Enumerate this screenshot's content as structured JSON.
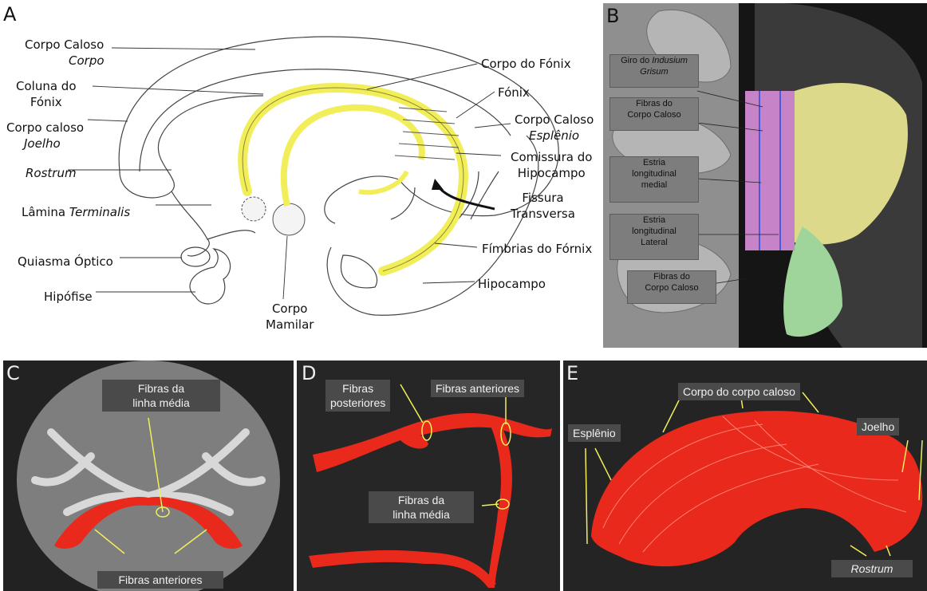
{
  "panels": {
    "a": {
      "letter": "A",
      "labels": {
        "corpo_caloso_1": "Corpo Caloso",
        "corpo_caloso_1_it": "Corpo",
        "coluna_1": "Coluna do",
        "coluna_2": "Fónix",
        "corpo_caloso_2": "Corpo caloso",
        "corpo_caloso_2_it": "Joelho",
        "rostrum": "Rostrum",
        "lamina_1": "Lâmina ",
        "lamina_1_it": "Terminalis",
        "quiasma": "Quiasma Óptico",
        "hipofise": "Hipófise",
        "corpo_mamilar_1": "Corpo",
        "corpo_mamilar_2": "Mamilar",
        "corpo_fornix": "Corpo do Fónix",
        "fornix": "Fónix",
        "esplenio_1": "Corpo Caloso",
        "esplenio_1_it": "Esplênio",
        "comissura_1": "Comissura do",
        "comissura_2": "Hipocampo",
        "fissura_1": "Fissura",
        "fissura_2": "Transversa",
        "fimbrias": "Fímbrias do Fórnix",
        "hipocampo": "Hipocampo"
      }
    },
    "b": {
      "letter": "B",
      "boxes": {
        "indusium_1": "Giro do ",
        "indusium_1_it": "Indusium",
        "indusium_2_it": "Grisum",
        "fibras_1_a": "Fibras do",
        "fibras_1_b": "Corpo Caloso",
        "estria_med_a": "Estria",
        "estria_med_b": "longitudinal",
        "estria_med_c": "medial",
        "estria_lat_a": "Estria",
        "estria_lat_b": "longitudinal",
        "estria_lat_c": "Lateral",
        "fibras_2_a": "Fibras do",
        "fibras_2_b": "Corpo Caloso"
      }
    },
    "c": {
      "letter": "C",
      "box_top_1": "Fibras da",
      "box_top_2": "linha média",
      "box_bottom": "Fibras anteriores"
    },
    "d": {
      "letter": "D",
      "posteriores_1": "Fibras",
      "posteriores_2": "posteriores",
      "anteriores": "Fibras anteriores",
      "linha_1": "Fibras da",
      "linha_2": "linha média"
    },
    "e": {
      "letter": "E",
      "corpo": "Corpo do corpo caloso",
      "esplenio": "Esplênio",
      "joelho": "Joelho",
      "rostrum": "Rostrum"
    }
  },
  "colors": {
    "fornix_yellow": "#f2ee5a",
    "fiber_red": "#e8291c",
    "cingulum_yellow": "#ddd98a",
    "callosal_pink": "#c783c8",
    "green_fibers": "#9fd49a",
    "panel_dark": "#2b2b2b"
  }
}
